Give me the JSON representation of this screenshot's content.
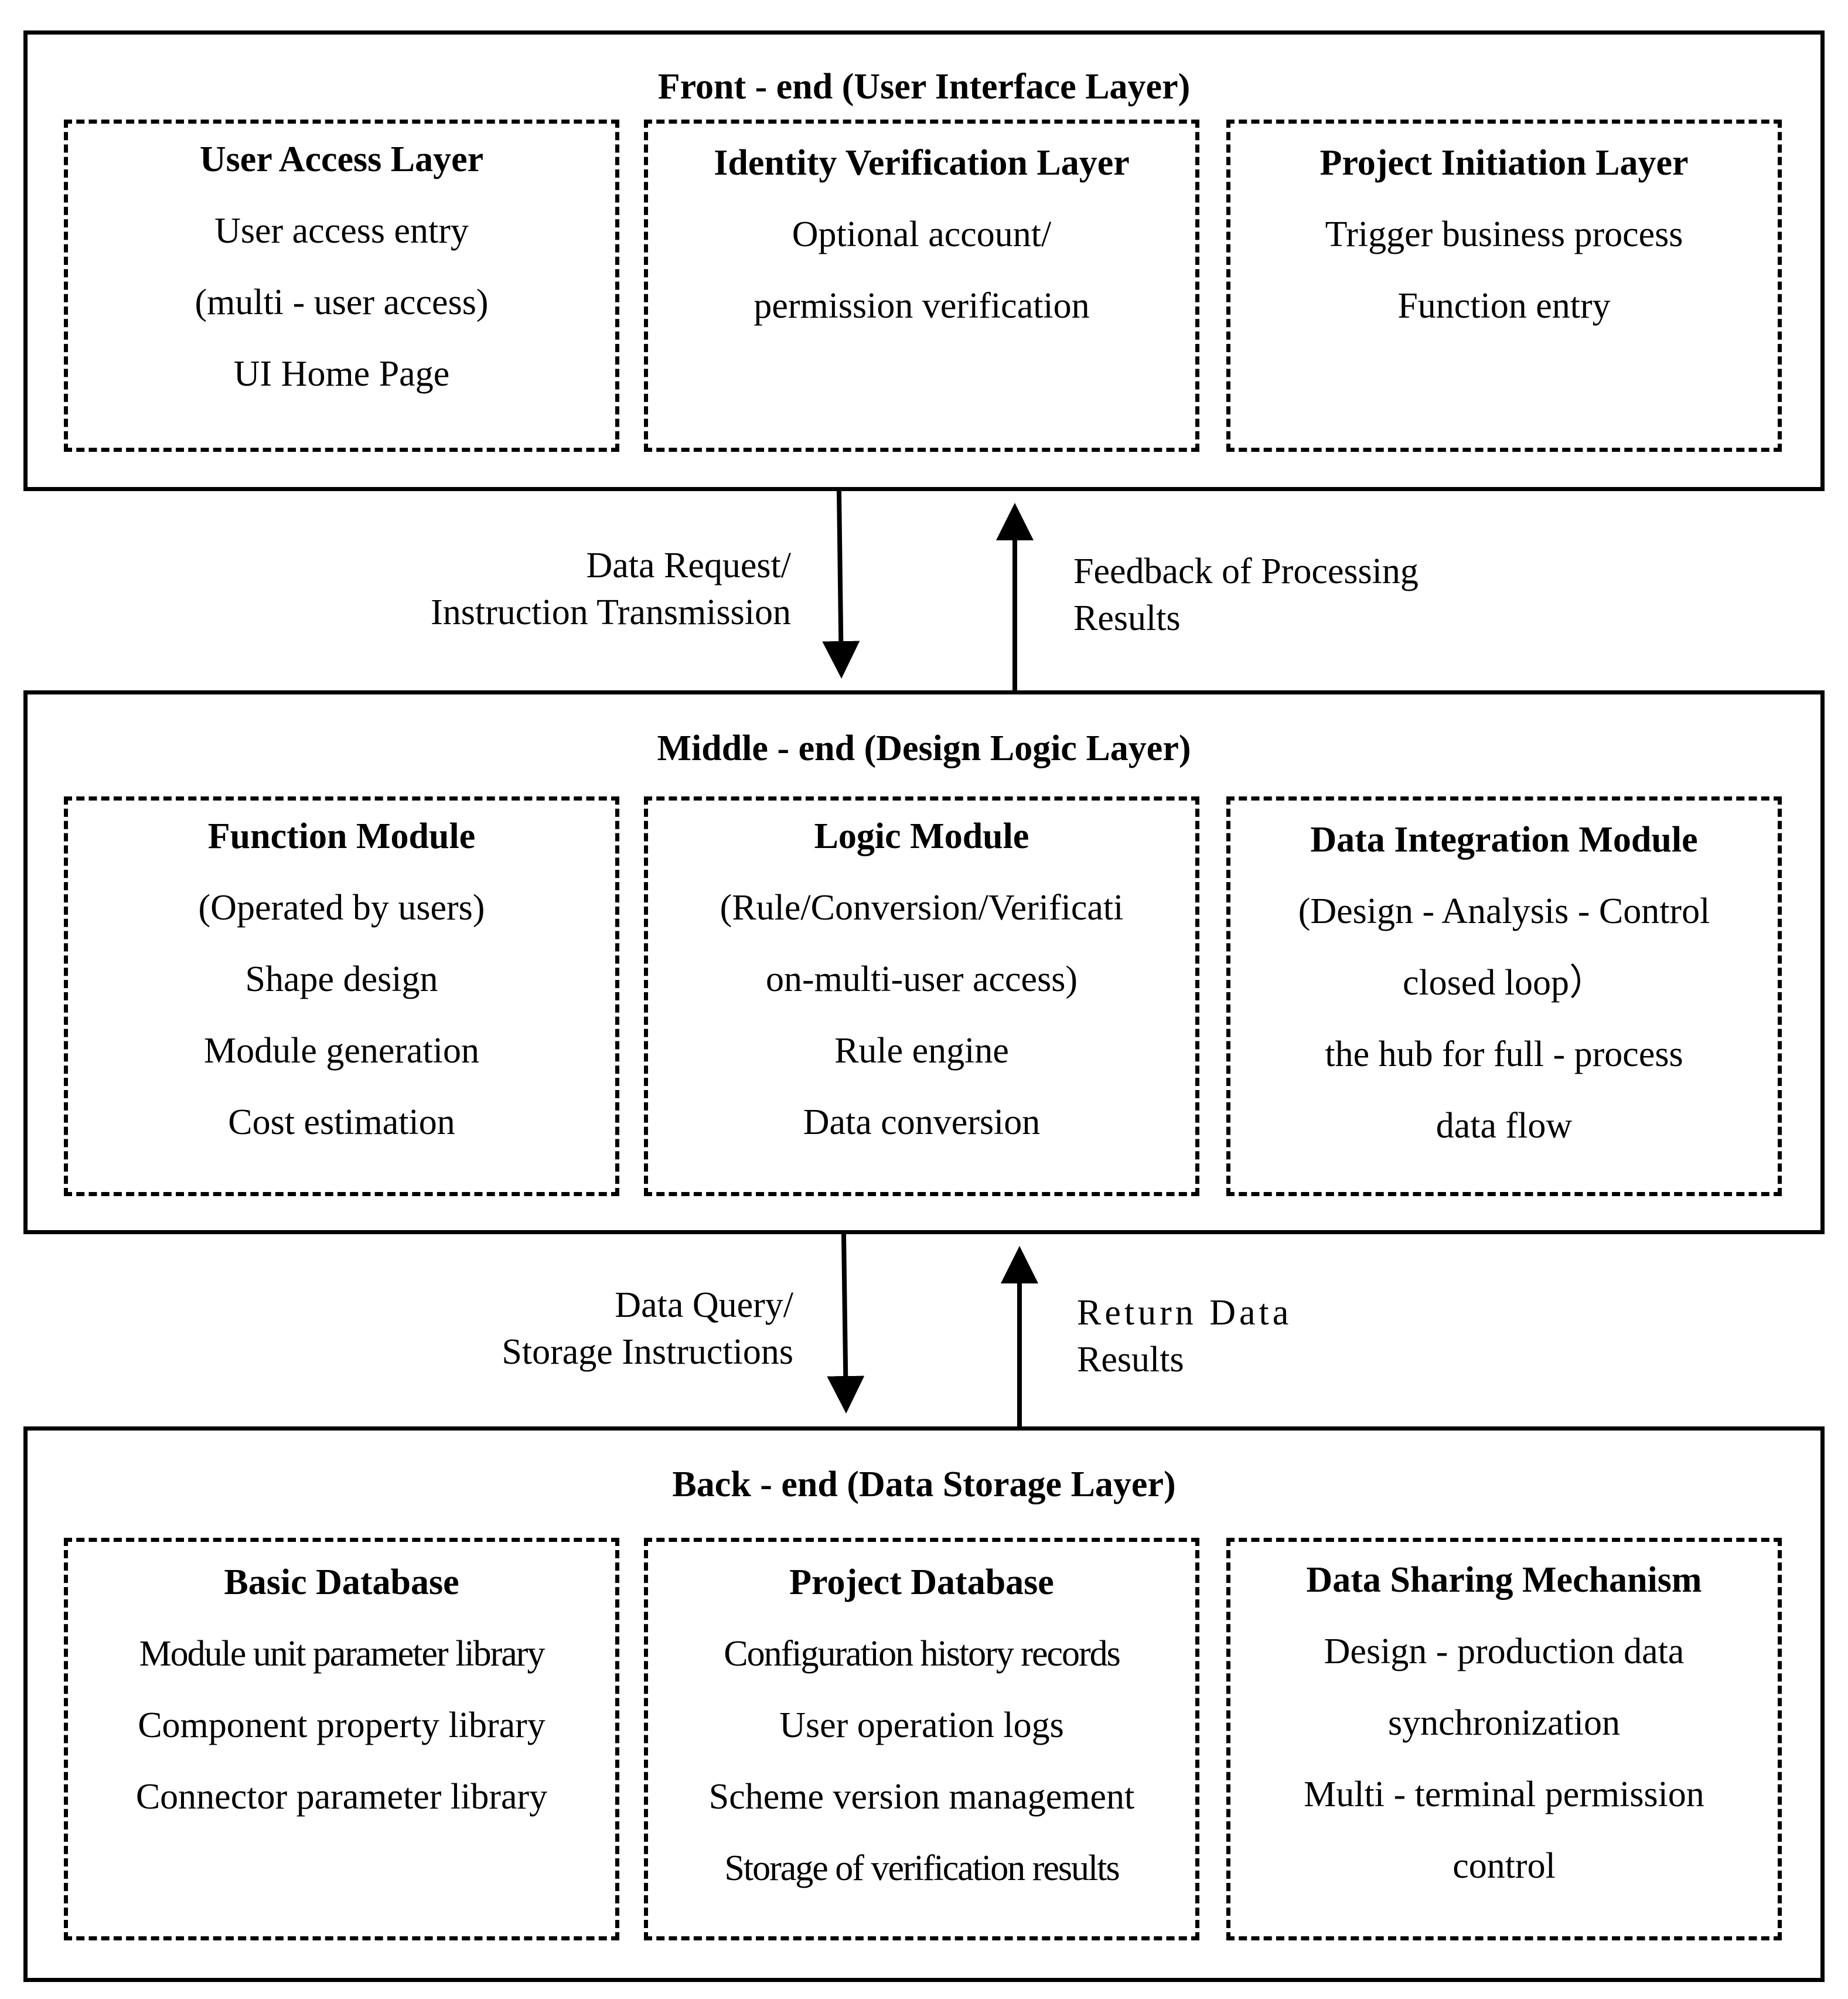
{
  "layers": {
    "front": {
      "title": "Front - end (User Interface Layer)",
      "modules": [
        {
          "title": "User Access Layer",
          "lines": [
            "User access entry",
            "(multi - user access)",
            "UI Home Page"
          ]
        },
        {
          "title": "Identity Verification Layer",
          "lines": [
            "Optional account/",
            "permission verification"
          ]
        },
        {
          "title": "Project Initiation Layer",
          "lines": [
            "Trigger business process",
            "Function entry"
          ]
        }
      ]
    },
    "middle": {
      "title": "Middle - end (Design Logic Layer)",
      "modules": [
        {
          "title": "Function Module",
          "lines": [
            "(Operated by users)",
            "Shape design",
            "Module generation",
            "Cost estimation"
          ]
        },
        {
          "title": "Logic Module",
          "lines": [
            "(Rule/Conversion/Verificati",
            "on-multi-user access)",
            "Rule engine",
            "Data conversion"
          ]
        },
        {
          "title": "Data Integration Module",
          "lines": [
            "(Design - Analysis - Control",
            "closed loop）",
            "the hub for full - process",
            "data flow"
          ]
        }
      ]
    },
    "back": {
      "title": "Back - end (Data Storage Layer)",
      "modules": [
        {
          "title": "Basic Database",
          "lines": [
            "Module unit parameter library",
            "Component property library",
            "Connector parameter library"
          ]
        },
        {
          "title": "Project Database",
          "lines": [
            "Configuration history records",
            "User operation logs",
            "Scheme version management",
            "Storage of verification results"
          ]
        },
        {
          "title": "Data Sharing Mechanism",
          "lines": [
            "Design - production data",
            "synchronization",
            "Multi - terminal permission",
            "control"
          ]
        }
      ]
    }
  },
  "arrows": {
    "front_to_middle": [
      "Data Request/",
      "Instruction Transmission"
    ],
    "middle_to_front": [
      "Feedback of Processing",
      "Results"
    ],
    "middle_to_back": [
      "Data Query/",
      "Storage Instructions"
    ],
    "back_to_middle": [
      "Return Data",
      "Results"
    ]
  }
}
